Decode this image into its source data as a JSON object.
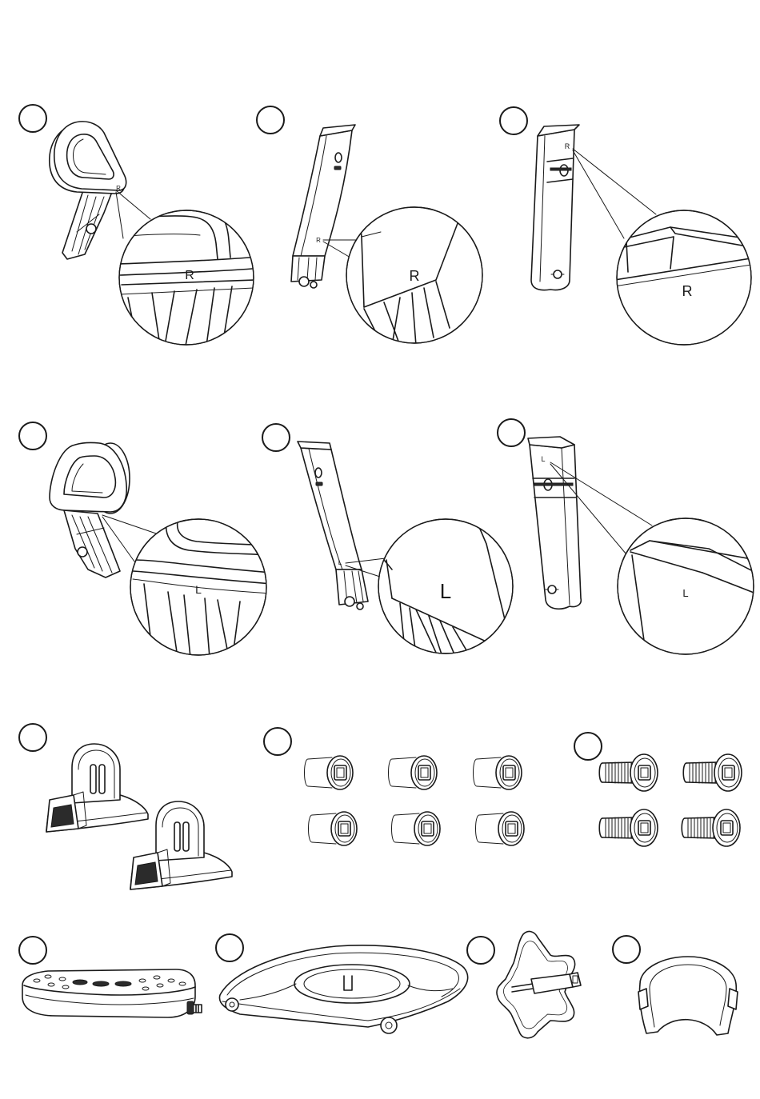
{
  "colors": {
    "line": "#1a1a1a",
    "dark": "#2b2b2b",
    "background": "#ffffff"
  },
  "parts": {
    "handle_right": {
      "mark": "R",
      "zoom_mark": "R"
    },
    "front_tube_right": {
      "mark": "R",
      "zoom_mark": "R"
    },
    "rear_tube_right": {
      "mark": "R",
      "zoom_mark": "R"
    },
    "handle_left": {
      "zoom_mark": "L"
    },
    "front_tube_left": {
      "mark": "L",
      "zoom_mark": "L"
    },
    "rear_tube_left": {
      "mark": "L",
      "zoom_mark": "L"
    }
  }
}
